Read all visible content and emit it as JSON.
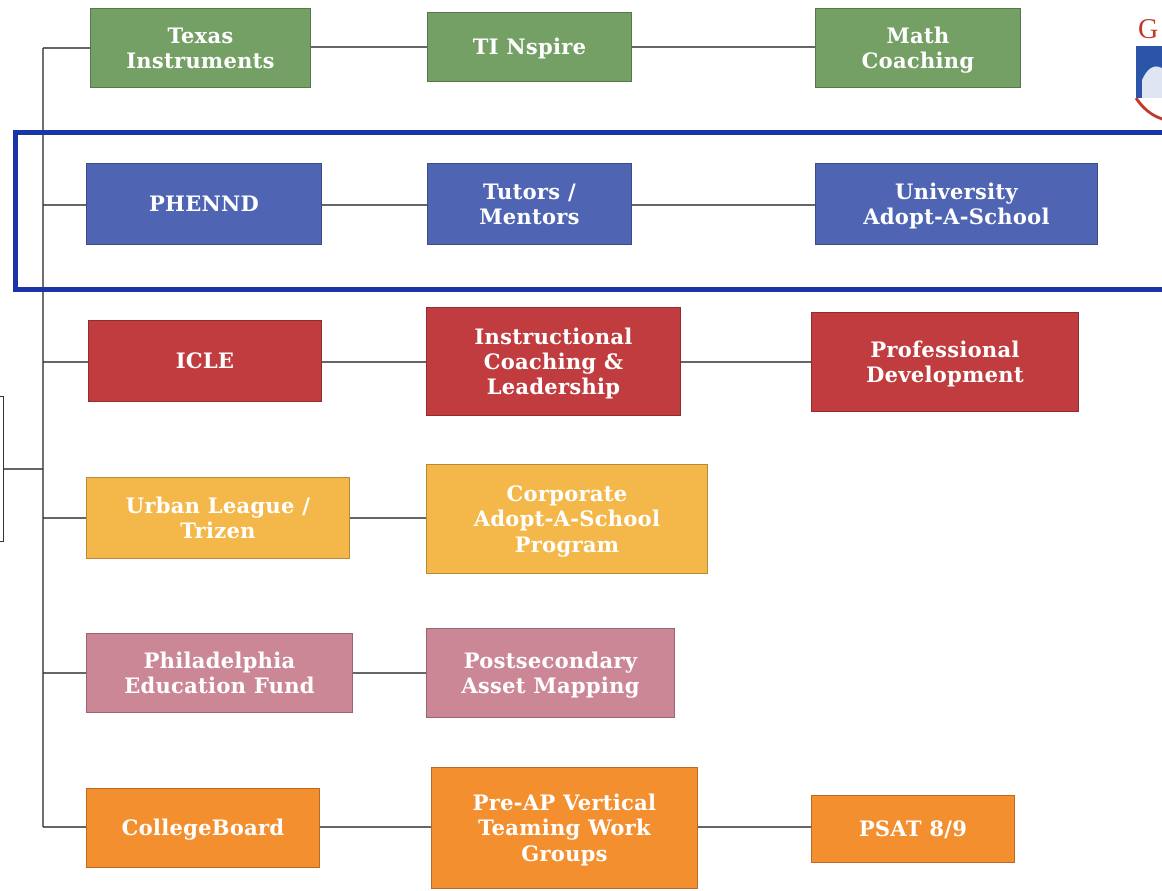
{
  "colors": {
    "green": "#74a065",
    "blue": "#4f64b3",
    "red": "#c03c3f",
    "yellow": "#f4b84a",
    "pink": "#cc8797",
    "orange": "#f48f2f",
    "highlight_border": "#1b34a8"
  },
  "rows": [
    {
      "color": "green",
      "boxes": [
        "Texas\nInstruments",
        "TI Nspire",
        "Math\nCoaching"
      ]
    },
    {
      "color": "blue",
      "highlighted": true,
      "boxes": [
        "PHENND",
        "Tutors /\nMentors",
        "University\nAdopt-A-School"
      ]
    },
    {
      "color": "red",
      "boxes": [
        "ICLE",
        "Instructional\nCoaching &\nLeadership",
        "Professional\nDevelopment"
      ]
    },
    {
      "color": "yellow",
      "boxes": [
        "Urban League /\nTrizen",
        "Corporate\nAdopt-A-School\nProgram"
      ]
    },
    {
      "color": "pink",
      "boxes": [
        "Philadelphia\nEducation Fund",
        "Postsecondary\nAsset Mapping"
      ]
    },
    {
      "color": "orange",
      "boxes": [
        "CollegeBoard",
        "Pre-AP Vertical\nTeaming Work\nGroups",
        "PSAT 8/9"
      ]
    }
  ],
  "logo": {
    "partial_letter": "G"
  }
}
